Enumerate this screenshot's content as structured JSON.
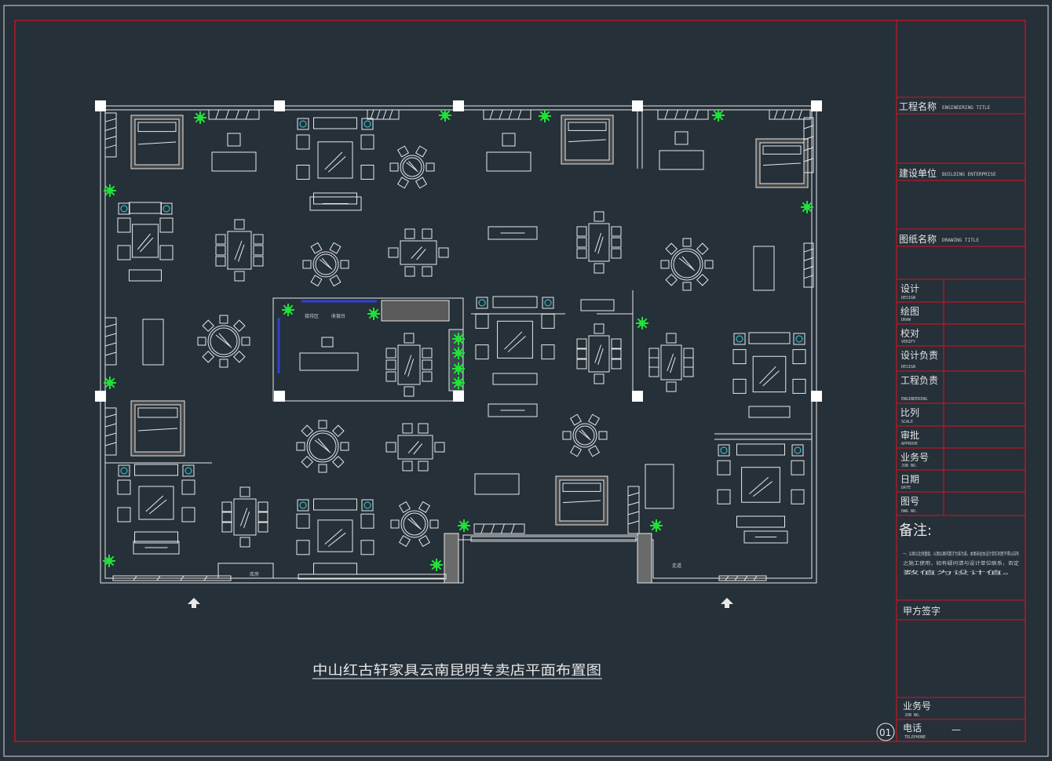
{
  "drawing": {
    "main_title": "中山红古轩家具云南昆明专卖店平面布置图",
    "sheet_number": "01",
    "telephone_value": "—"
  },
  "title_block": {
    "project_name_label": "工程名称",
    "project_name_en": "ENGINEERING TITLE",
    "client_label": "建设单位",
    "client_en": "BUILDING ENTERPRISE",
    "drawing_name_label": "图纸名称",
    "drawing_name_en": "DRAWING TITLE",
    "rows": [
      {
        "label": "设计",
        "en": "DESIGN"
      },
      {
        "label": "绘图",
        "en": "DRAW"
      },
      {
        "label": "校对",
        "en": "VERIFY"
      },
      {
        "label": "设计负责",
        "en": "DESIGN"
      },
      {
        "label": "工程负责",
        "en": "ENGINEERING"
      },
      {
        "label": "比列",
        "en": "SCALE"
      },
      {
        "label": "审批",
        "en": "APPROVE"
      },
      {
        "label": "业务号",
        "en": "JOB NO."
      },
      {
        "label": "日期",
        "en": "DATE"
      },
      {
        "label": "图号",
        "en": "DWG NO."
      }
    ],
    "notes_label": "备注:",
    "notes_text": [
      "一、以图以比例量度，以图以图内数字为准为准，本图未经本设计单位同意不得以自有",
      "之施工使用，如有疑问请与设计单位联系，否定",
      "数值为设计值。"
    ],
    "client_sign_label": "甲方签字",
    "job_no_label": "业务号",
    "job_no_en": "JOB NO.",
    "phone_label": "电话",
    "phone_en": "TELEPHONE"
  },
  "floor_labels": {
    "reception": "接待区",
    "counter": "收银台",
    "store_room": "库房",
    "corridor": "走道"
  },
  "colors": {
    "background": "#253039",
    "border_red": "#e01020",
    "line_white": "#e8e8e8",
    "plant_green": "#22e03a",
    "lamp_cyan": "#38d8e0",
    "wall_blue": "#3340d0"
  }
}
